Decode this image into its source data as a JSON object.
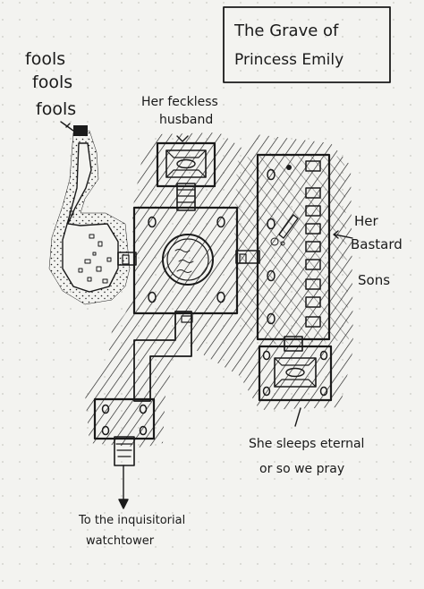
{
  "title": {
    "line1": "The Grave of",
    "line2": "Princess Emily"
  },
  "labels": {
    "fools": [
      "fools",
      "fools",
      "fools"
    ],
    "husband": [
      "Her feckless",
      "husband"
    ],
    "sons": [
      "Her",
      "Bastard",
      "Sons"
    ],
    "sleeps": [
      "She sleeps eternal",
      "or so we pray"
    ],
    "watchtower": [
      "To the inquisitorial",
      "watchtower"
    ]
  },
  "colors": {
    "ink": "#1a1a1a",
    "paper": "#f3f3f0",
    "dots": "#c9c9c4"
  }
}
